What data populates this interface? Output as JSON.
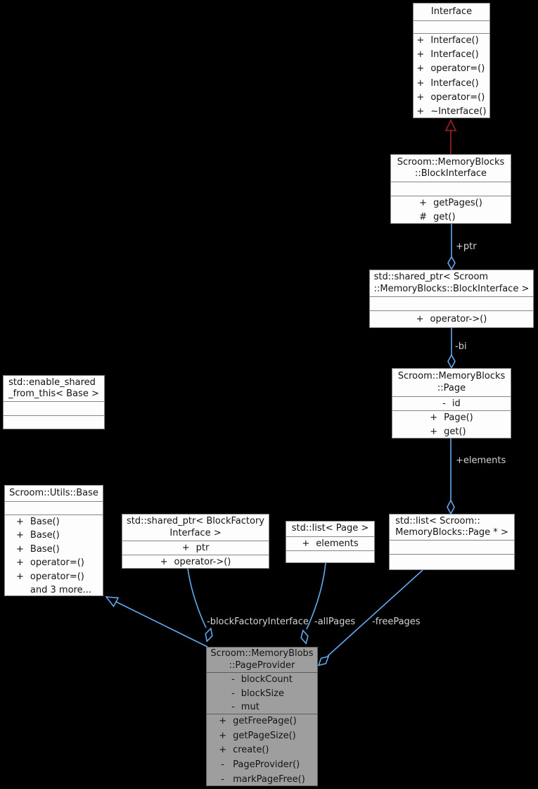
{
  "colors": {
    "background": "#000000",
    "edge_blue": "#63a9f1",
    "edge_red": "#8e2020",
    "box_fill": "#fdfdfd",
    "box_border": "#858585",
    "highlight_fill": "#9e9e9e",
    "edge_label_text": "#d4d4d4"
  },
  "classes": {
    "interface": {
      "title1": "Interface",
      "methods": [
        {
          "spec": "+",
          "name": "Interface()"
        },
        {
          "spec": "+",
          "name": "Interface()"
        },
        {
          "spec": "+",
          "name": "operator=()"
        },
        {
          "spec": "+",
          "name": "Interface()"
        },
        {
          "spec": "+",
          "name": "operator=()"
        },
        {
          "spec": "+",
          "name": "~Interface()"
        }
      ]
    },
    "block_interface": {
      "title1": "Scroom::MemoryBlocks",
      "title2": "::BlockInterface",
      "methods": [
        {
          "spec": "+",
          "name": "getPages()"
        },
        {
          "spec": "#",
          "name": "get()"
        }
      ]
    },
    "shared_ptr_block_interface": {
      "title1": "std::shared_ptr< Scroom",
      "title2": "::MemoryBlocks::BlockInterface >",
      "methods": [
        {
          "spec": "+",
          "name": "operator->()"
        }
      ]
    },
    "page": {
      "title1": "Scroom::MemoryBlocks",
      "title2": "::Page",
      "attributes": [
        {
          "spec": "-",
          "name": "id"
        }
      ],
      "methods": [
        {
          "spec": "+",
          "name": "Page()"
        },
        {
          "spec": "+",
          "name": "get()"
        }
      ]
    },
    "list_page_ptr": {
      "title1": "std::list< Scroom::",
      "title2": "MemoryBlocks::Page * >"
    },
    "enable_shared_from_this": {
      "title1": "std::enable_shared",
      "title2": "_from_this< Base >"
    },
    "utils_base": {
      "title1": "Scroom::Utils::Base",
      "methods": [
        {
          "spec": "+",
          "name": "Base()"
        },
        {
          "spec": "+",
          "name": "Base()"
        },
        {
          "spec": "+",
          "name": "Base()"
        },
        {
          "spec": "+",
          "name": "operator=()"
        },
        {
          "spec": "+",
          "name": "operator=()"
        },
        {
          "spec": "",
          "name": "and 3 more..."
        }
      ]
    },
    "shared_ptr_block_factory": {
      "title1": "std::shared_ptr< BlockFactory",
      "title2": "Interface >",
      "attributes": [
        {
          "spec": "+",
          "name": "ptr"
        }
      ],
      "methods": [
        {
          "spec": "+",
          "name": "operator->()"
        }
      ]
    },
    "list_page": {
      "title1": "std::list< Page >",
      "attributes": [
        {
          "spec": "+",
          "name": "elements"
        }
      ]
    },
    "page_provider": {
      "title1": "Scroom::MemoryBlobs",
      "title2": "::PageProvider",
      "attributes": [
        {
          "spec": "-",
          "name": "blockCount"
        },
        {
          "spec": "-",
          "name": "blockSize"
        },
        {
          "spec": "-",
          "name": "mut"
        }
      ],
      "methods": [
        {
          "spec": "+",
          "name": "getFreePage()"
        },
        {
          "spec": "+",
          "name": "getPageSize()"
        },
        {
          "spec": "+",
          "name": "create()"
        },
        {
          "spec": "-",
          "name": "PageProvider()"
        },
        {
          "spec": "-",
          "name": "markPageFree()"
        }
      ]
    }
  },
  "edges": {
    "ptr": "+ptr",
    "bi": "-bi",
    "elements": "+elements",
    "block_factory_interface": "-blockFactoryInterface",
    "all_pages": "-allPages",
    "free_pages": "-freePages"
  }
}
